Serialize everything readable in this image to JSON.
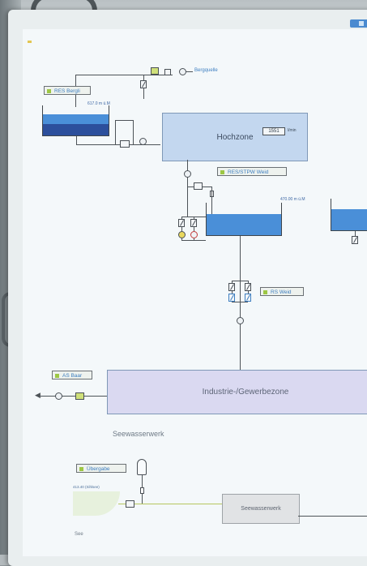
{
  "schematic": {
    "source_label": "Bergquelle",
    "reservoir_bergli": "RES Bergli",
    "level_bergli": "617.0 m ü.M",
    "hochzone": {
      "label": "Hochzone",
      "value": "1551",
      "unit": "l/min"
    },
    "pumpwerk_weid": "RES/STPW Weid",
    "level_weid": "470.00 m ü.M",
    "station_weid": "RS Weid",
    "as_baar": "AS Baar",
    "industrie": "Industrie-/Gewerbezone",
    "section_title": "Seewasserwerk",
    "uebergabe": "Übergabe",
    "seewasserwerk_box": "Seewasserwerk",
    "see_label": "See",
    "see_level": "413.40 (Sihlsee)"
  },
  "colors": {
    "water": "#4a8fd8",
    "zone_fill": "#c3d7ef",
    "zone_fill_lilac": "#dad9f1",
    "tag_accent": "#9dc744",
    "text_blue": "#3d7ec0"
  }
}
